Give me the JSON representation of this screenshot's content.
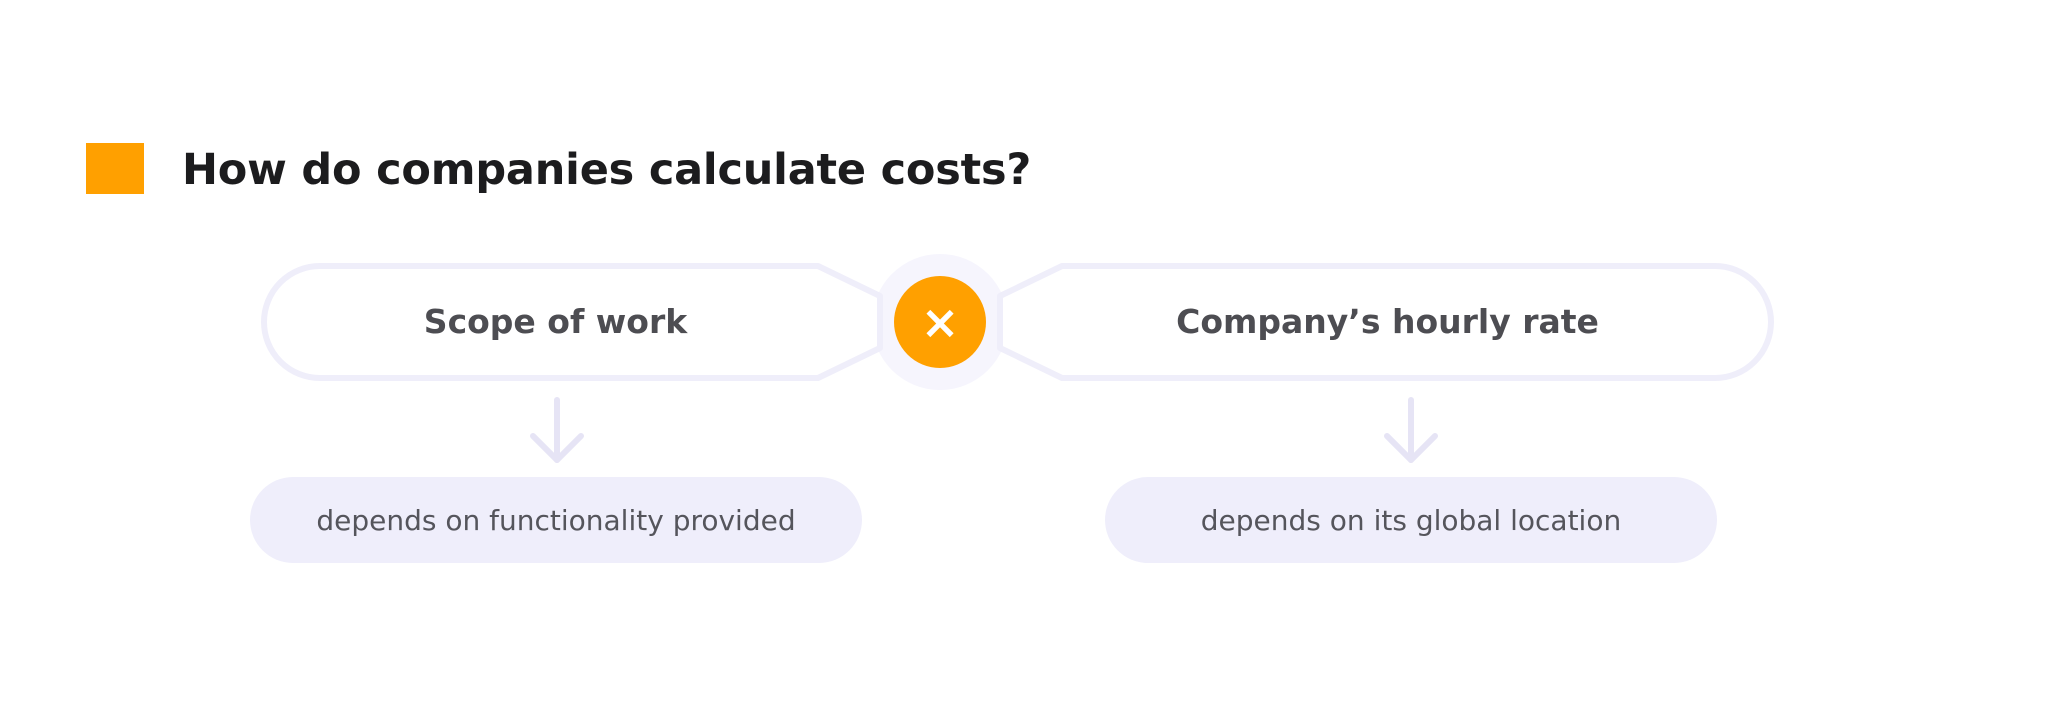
{
  "header": {
    "title": "How do companies calculate costs?",
    "accent_color": "#FFA000"
  },
  "diagram": {
    "left_factor": {
      "label": "Scope of work",
      "note": "depends on functionality provided"
    },
    "operator": {
      "symbol": "×",
      "icon": "multiply-icon",
      "color": "#FFA000"
    },
    "right_factor": {
      "label": "Company’s hourly rate",
      "note": "depends on its global location"
    },
    "colors": {
      "pill_outline": "#EFEEFA",
      "note_background": "#EFEEFB",
      "arrow": "#E6E4F5"
    }
  }
}
